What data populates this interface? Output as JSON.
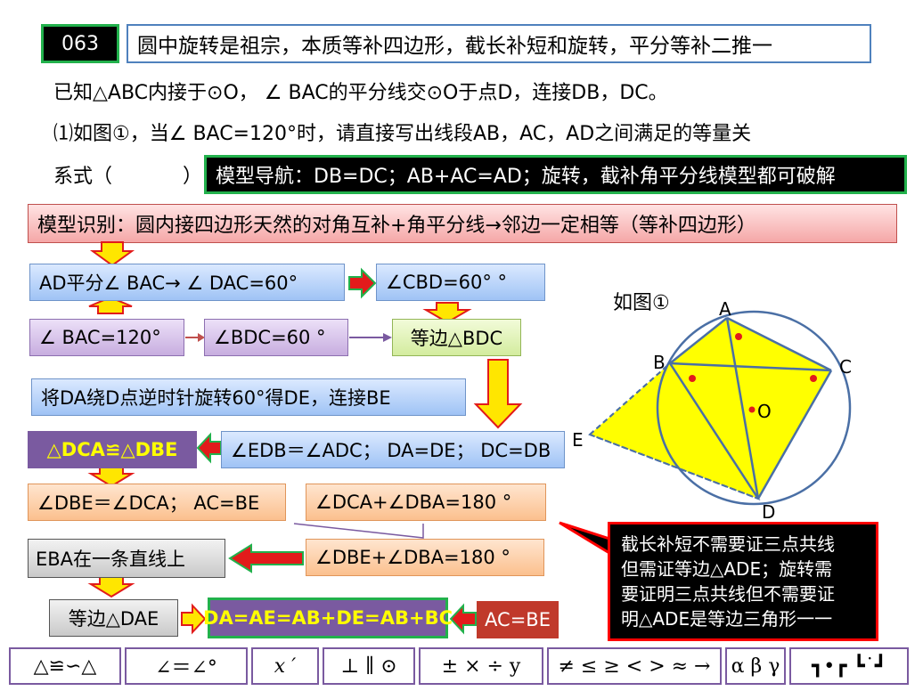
{
  "header": {
    "number": "063",
    "title": "圆中旋转是祖宗，本质等补四边形，截长补短和旋转，平分等补二推一"
  },
  "problem": {
    "line1": "已知△ABC内接于⊙O， ∠ BAC的平分线交⊙O于点D，连接DB，DC。",
    "line2": "⑴如图①，当∠ BAC=120°时，请直接写出线段AB，AC，AD之间满足的等量关",
    "line3_prefix": "系式（",
    "line3_suffix": "）"
  },
  "model_nav": "模型导航：DB=DC；AB+AC=AD；旋转，截补角平分线模型都可破解",
  "model_recognition": "模型识别：圆内接四边形天然的对角互补+角平分线→邻边一定相等（等补四边形）",
  "flow": {
    "ad_bisect": "AD平分∠ BAC→ ∠ DAC=60°",
    "cbd": "∠CBD=60° °",
    "bac": "∠ BAC=120°",
    "bdc": "∠BDC=60 °",
    "equilateral_bdc": "等边△BDC",
    "rotate": "将DA绕D点逆时针旋转60°得DE，连接BE",
    "congruent": "△DCA≌△DBE",
    "edb": "∠EDB＝∠ADC；  DA=DE； DC=DB",
    "dbe": "∠DBE＝∠DCA； AC=BE",
    "dca_dba": "∠DCA+∠DBA=180 °",
    "eba_line": "EBA在一条直线上",
    "dbe_dba": "∠DBE+∠DBA=180 °",
    "equilateral_dae": "等边△DAE",
    "result": "DA=AE=AB+DE=AB+BC",
    "ac_be": "AC=BE"
  },
  "figure": {
    "caption": "如图①",
    "labels": {
      "A": "A",
      "B": "B",
      "C": "C",
      "D": "D",
      "E": "E",
      "O": "O"
    }
  },
  "callout": {
    "line1": "截长补短不需要证三点共线",
    "line2": "但需证等边△ADE；旋转需",
    "line3": "要证明三点共线但不需要证",
    "line4": "明△ADE是等边三角形一一"
  },
  "symbols": [
    "△≌∽△",
    "∠＝∠°",
    "x ′",
    "⊥ ∥ ⊙",
    "± × ÷ y",
    "≠ ≤ ≥ < > ≈ →",
    "α β γ",
    "┓•┏ ┗˙┛"
  ],
  "colors": {
    "triangle_fill": "#ffff00",
    "arrow_red": "#e21b1b",
    "arrow_yellow": "#ffe600",
    "nav_bg": "#000000",
    "callout_border": "#ff0000"
  }
}
